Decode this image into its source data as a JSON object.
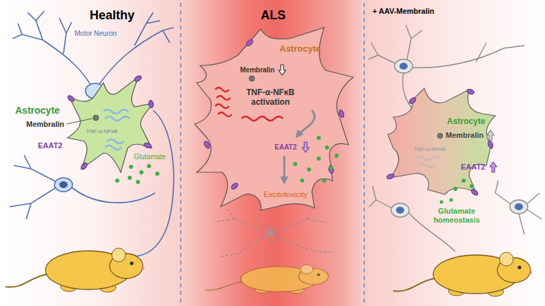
{
  "diagram": {
    "nodes": [
      {
        "text": [
          "Healthy"
        ]
      },
      {
        "text": [
          "Astrocyte",
          "Membralin",
          "TNF-α-NFκB",
          "EAAT2"
        ],
        "in": 0
      },
      {
        "text": [
          "ALS"
        ]
      },
      {
        "text": [
          "Astrocyte",
          "Membralin",
          "TNF-α-NFκB activation",
          "EAAT2"
        ],
        "in": 2
      },
      {
        "text": [
          "+ AAV-Membralin"
        ]
      },
      {
        "text": [
          "Astrocyte",
          "Membralin",
          "TNF-α-NFκB",
          "EAAT2"
        ],
        "in": 4
      }
    ],
    "labels": [
      "Motor Neuron",
      "Glutamate",
      "Excitotoxicity",
      "Glutamate homeostasis"
    ]
  }
}
